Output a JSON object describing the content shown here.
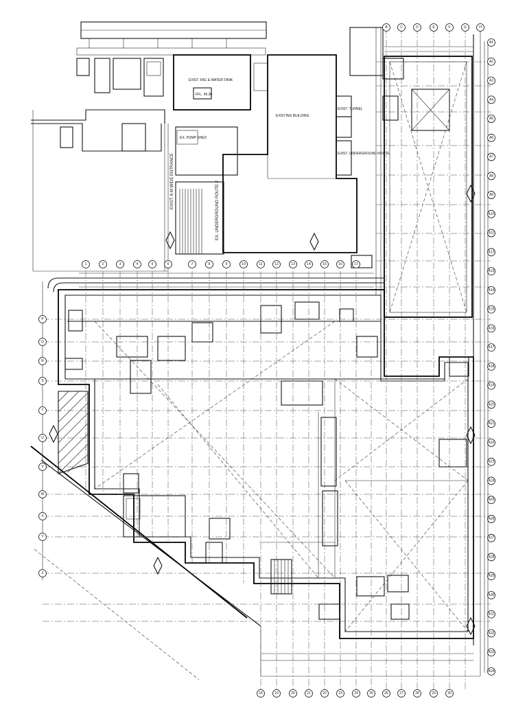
{
  "labels": {
    "fac_tank": "EXIST. FAC & WATER TANK",
    "ffl": "FFL. 45.30",
    "pump_shed": "EX. PUMP SHED",
    "vehicle_entrance": "EXIST. 6 M WIDE ENTRANCE",
    "existing_building": "EXISTING BUILDING",
    "underground_route": "EX. UNDERGROUND ROUTE 2",
    "existing_tunnel": "EXIST. TUNNEL",
    "existing_route": "EXIST. UNDERGROUND ROUTE"
  },
  "grid": {
    "top_bubbles": [
      "B",
      "C",
      "D",
      "E",
      "F",
      "G",
      "H"
    ],
    "mid_bubbles": [
      "1",
      "2",
      "3",
      "4",
      "5",
      "6",
      "7",
      "8",
      "9",
      "10",
      "11",
      "12",
      "13",
      "14",
      "15",
      "16",
      "17"
    ],
    "bottom_bubbles": [
      "18",
      "19",
      "20",
      "21",
      "22",
      "23",
      "24",
      "25",
      "26",
      "27",
      "28",
      "29",
      "30"
    ],
    "right_bubbles": [
      "A1",
      "A2",
      "A3",
      "A4",
      "A5",
      "A6",
      "A7",
      "A8",
      "A9",
      "A10",
      "A11",
      "A12",
      "A13",
      "A14",
      "A15",
      "A16",
      "A17",
      "A18",
      "A19",
      "A20",
      "A21",
      "A22",
      "A23",
      "A24",
      "A25",
      "A26",
      "A27",
      "A28",
      "A29",
      "A30",
      "A31",
      "A32",
      "A33",
      "A34"
    ],
    "left_bubbles": [
      "P",
      "Q",
      "R",
      "S",
      "T",
      "U",
      "V",
      "W",
      "X",
      "Y",
      "Z"
    ]
  }
}
